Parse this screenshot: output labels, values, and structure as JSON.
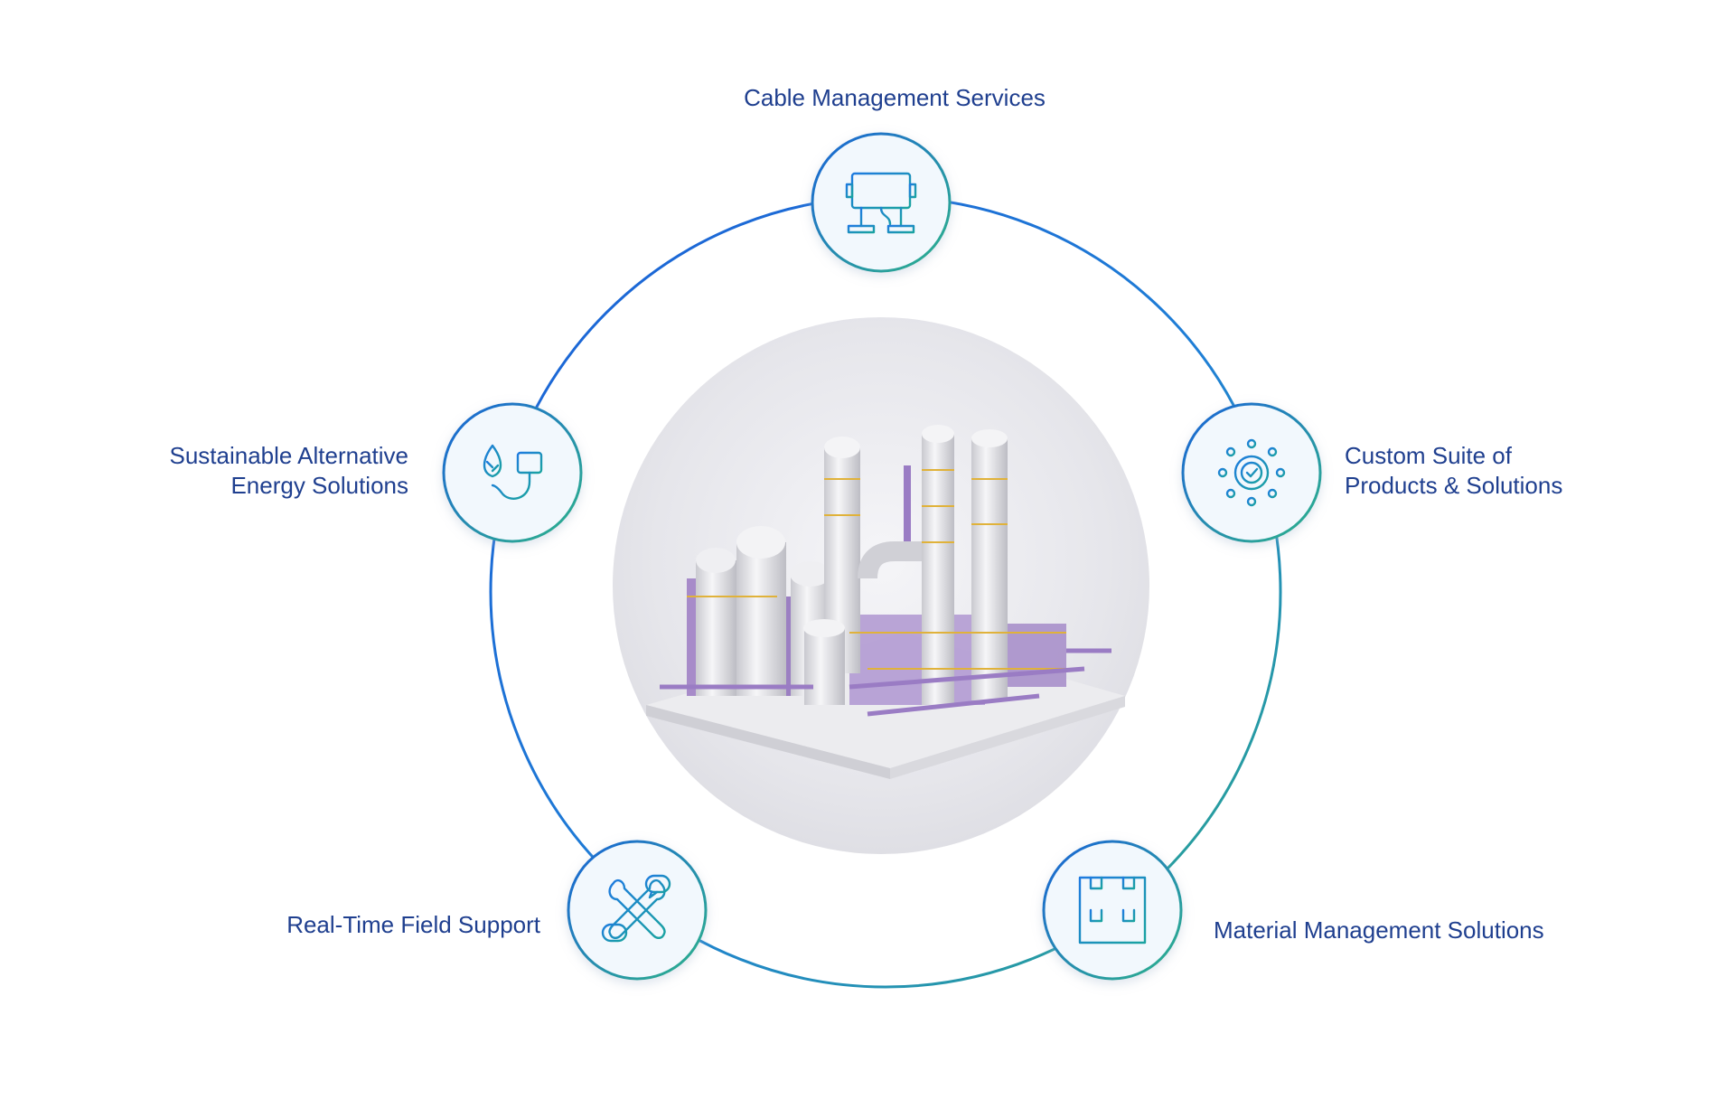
{
  "colors": {
    "ring_blue": "#1a66d9",
    "ring_teal": "#2aa88a",
    "icon_blue": "#1e86e0",
    "label_text": "#1f3f8f",
    "node_fill": "#f2f8fd"
  },
  "center": {
    "image": "industrial-plant-illustration",
    "description_icon": "refinery-icon"
  },
  "nodes": [
    {
      "id": "cable",
      "icon": "cable-reel-icon",
      "lines": [
        "Cable Management Services"
      ]
    },
    {
      "id": "custom",
      "icon": "gear-check-icon",
      "lines": [
        "Custom Suite of",
        "Products & Solutions"
      ]
    },
    {
      "id": "material",
      "icon": "boxes-grid-icon",
      "lines": [
        "Material Management Solutions"
      ]
    },
    {
      "id": "field",
      "icon": "wrench-chat-icon",
      "lines": [
        "Real-Time Field Support"
      ]
    },
    {
      "id": "energy",
      "icon": "leaf-plug-icon",
      "lines": [
        "Sustainable Alternative",
        "Energy Solutions"
      ]
    }
  ]
}
